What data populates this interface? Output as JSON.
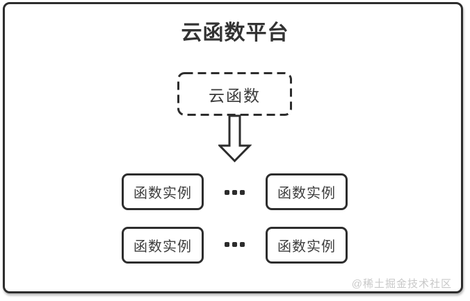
{
  "diagram": {
    "title": "云函数平台",
    "cloud_function": {
      "label": "云函数"
    },
    "ellipsis": "•••",
    "instances": [
      {
        "label": "函数实例"
      },
      {
        "label": "函数实例"
      },
      {
        "label": "函数实例"
      },
      {
        "label": "函数实例"
      }
    ],
    "watermark": "@稀土掘金技术社区",
    "colors": {
      "border": "#2d2d2d",
      "title_text": "#333333",
      "node_text": "#3a3a3a",
      "watermark_text": "#c8c8c8",
      "background": "#ffffff"
    }
  }
}
